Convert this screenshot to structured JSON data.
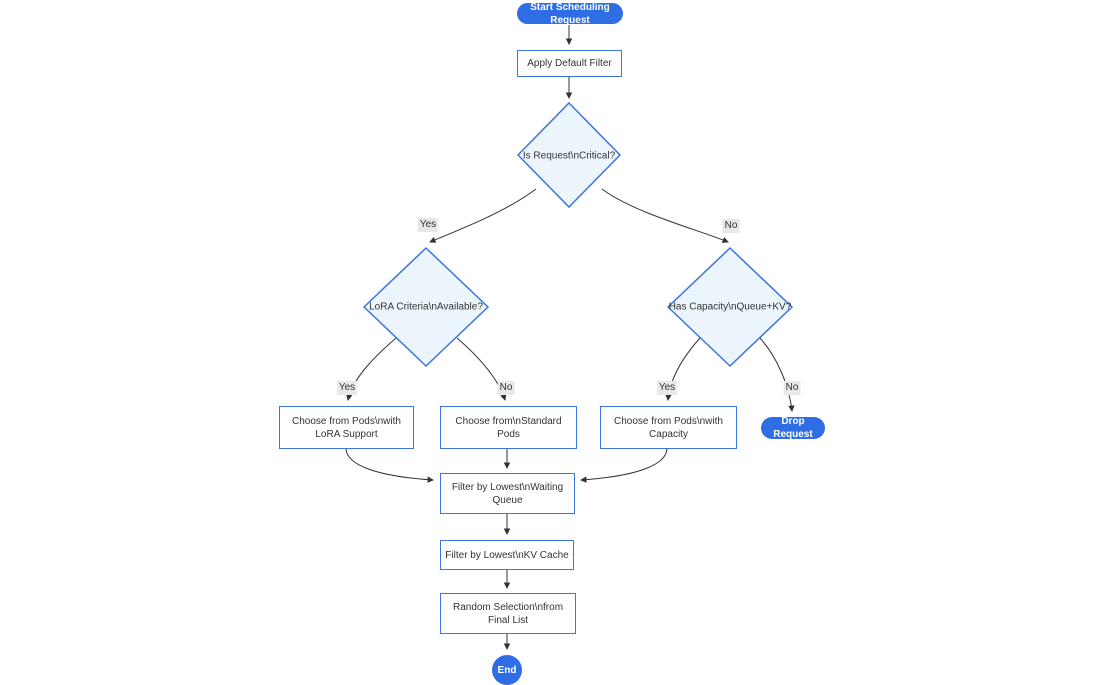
{
  "diagram": {
    "type": "flowchart",
    "direction": "top-down",
    "colors": {
      "accent_blue": "#2e6de4",
      "node_border_blue": "#3e74de",
      "decision_fill": "#ecf4fc",
      "edge_stroke": "#333333",
      "edge_label_bg": "#e8e8e8",
      "text": "#333333",
      "background": "#ffffff"
    },
    "nodes": {
      "start": {
        "shape": "pill",
        "label": "Start Scheduling Request"
      },
      "apply_filter": {
        "shape": "rect",
        "label": "Apply Default Filter"
      },
      "is_critical": {
        "shape": "diamond",
        "label": "Is Request\\nCritical?"
      },
      "lora_criteria": {
        "shape": "diamond",
        "label": "LoRA Criteria\\nAvailable?"
      },
      "has_capacity": {
        "shape": "diamond",
        "label": "Has Capacity\\nQueue+KV?"
      },
      "choose_lora": {
        "shape": "rect",
        "lines": [
          "Choose from Pods\\nwith",
          "LoRA Support"
        ]
      },
      "choose_standard": {
        "shape": "rect",
        "lines": [
          "Choose from\\nStandard",
          "Pods"
        ]
      },
      "choose_capacity": {
        "shape": "rect",
        "lines": [
          "Choose from Pods\\nwith",
          "Capacity"
        ]
      },
      "drop_request": {
        "shape": "pill",
        "label": "Drop Request"
      },
      "filter_waiting": {
        "shape": "rect",
        "lines": [
          "Filter by Lowest\\nWaiting",
          "Queue"
        ]
      },
      "filter_kv": {
        "shape": "rect",
        "label": "Filter by Lowest\\nKV Cache"
      },
      "random_selection": {
        "shape": "rect",
        "lines": [
          "Random Selection\\nfrom",
          "Final List"
        ]
      },
      "end": {
        "shape": "circle",
        "label": "End"
      }
    },
    "edge_labels": [
      "Yes",
      "No",
      "Yes",
      "No",
      "Yes",
      "No"
    ]
  }
}
